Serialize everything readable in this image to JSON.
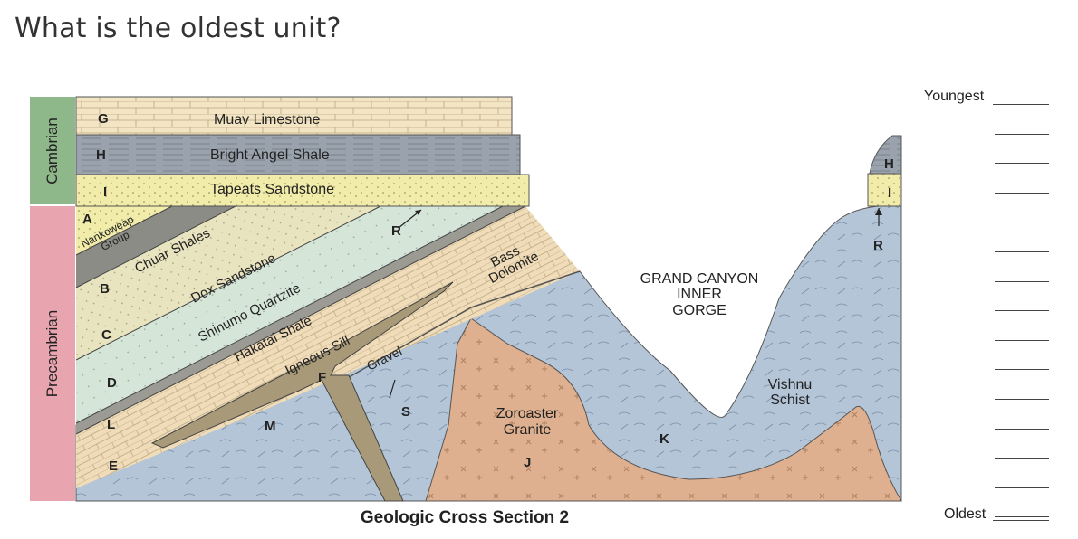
{
  "question": "What is the oldest unit?",
  "periods": {
    "cambrian": "Cambrian",
    "precambrian": "Precambrian"
  },
  "layers": {
    "muav": "Muav Limestone",
    "bright_angel": "Bright Angel Shale",
    "tapeats": "Tapeats Sandstone",
    "nankoweap_1": "Nankoweap",
    "nankoweap_2": "Group",
    "chuar": "Chuar Shales",
    "dox": "Dox Sandstone",
    "shinumo": "Shinumo Quartzite",
    "hakatai": "Hakatai Shale",
    "bass_1": "Bass",
    "bass_2": "Dolomite",
    "sill": "Igneous Sill",
    "gravel": "Gravel",
    "zoroaster_1": "Zoroaster",
    "zoroaster_2": "Granite",
    "vishnu_1": "Vishnu",
    "vishnu_2": "Schist",
    "gorge_1": "GRAND CANYON",
    "gorge_2": "INNER",
    "gorge_3": "GORGE"
  },
  "letters": {
    "G": "G",
    "H": "H",
    "I": "I",
    "A": "A",
    "B": "B",
    "C": "C",
    "D": "D",
    "L": "L",
    "E": "E",
    "M": "M",
    "F": "F",
    "R": "R",
    "S": "S",
    "J": "J",
    "K": "K",
    "H2": "H",
    "I2": "I",
    "R2": "R"
  },
  "caption": "Geologic Cross Section 2",
  "answer_panel": {
    "youngest": "Youngest",
    "oldest": "Oldest",
    "blank_count": 15
  },
  "colors": {
    "cambrian_bar": "#8fb88a",
    "precambrian_bar": "#e8a5b0",
    "limestone": "#f3e5c4",
    "shale": "#9aa3ad",
    "sandstone": "#f2ecaa",
    "chuar": "#8c8c86",
    "dox": "#e9e4c0",
    "shinumo": "#d5e6d8",
    "hakatai": "#9b9b93",
    "bass": "#f0dcb8",
    "schist": "#b4c5d8",
    "granite": "#deb08f",
    "igneous": "#a89a78"
  }
}
